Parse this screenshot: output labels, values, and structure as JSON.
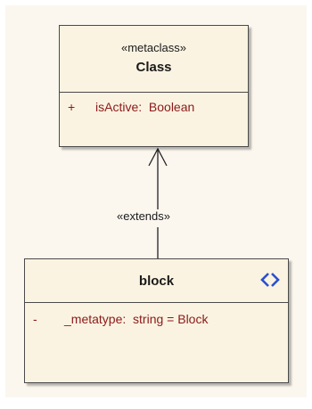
{
  "diagram": {
    "metaclass": {
      "stereotype": "«metaclass»",
      "name": "Class",
      "attributes": [
        {
          "visibility": "+",
          "text": "isActive:  Boolean"
        }
      ]
    },
    "block": {
      "name": "block",
      "icon": "block-stereotype-icon",
      "attributes": [
        {
          "visibility": "-",
          "text": "_metatype:  string = Block"
        }
      ]
    },
    "connector": {
      "label": "«extends»",
      "arrow": "open-arrowhead"
    }
  },
  "colors": {
    "box_fill": "#fbf3e1",
    "attribute_text": "#8b1a1a",
    "icon_blue": "#2a4fd0"
  }
}
